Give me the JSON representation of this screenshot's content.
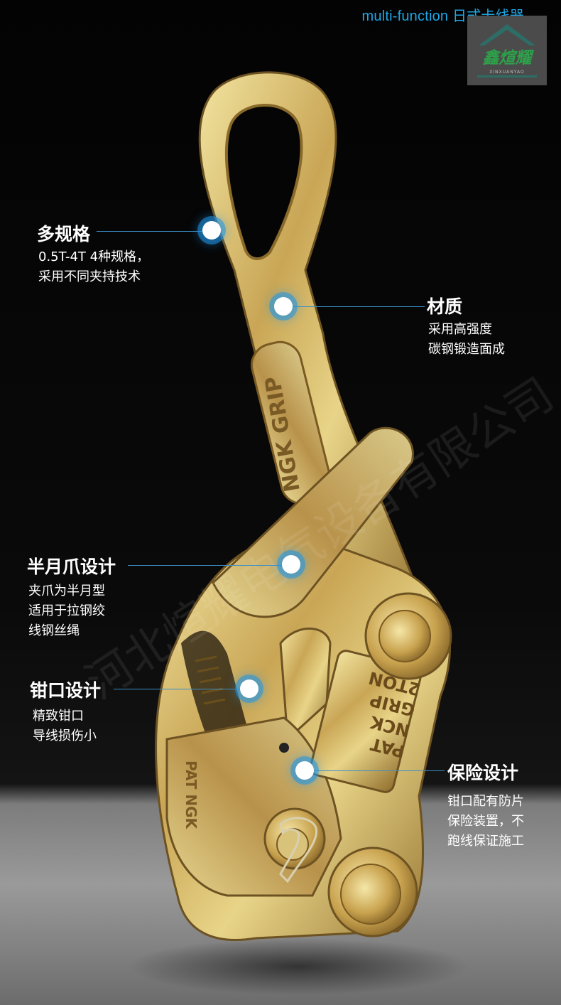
{
  "header": {
    "title": "multi-function 日式卡线器",
    "logo_text": "鑫煊耀",
    "logo_subtext": "XINXUANYAO"
  },
  "product": {
    "engraving_upper": "NGK GRIP",
    "engraving_lower": [
      "PAT",
      "NCK",
      "GRIP",
      "2TON"
    ],
    "engraving_side": "PAT NGK",
    "watermark": "河北煊耀电气设备有限公司"
  },
  "callouts": [
    {
      "title": "多规格",
      "desc": "0.5T-4T 4种规格，\n采用不同夹持技术"
    },
    {
      "title": "材质",
      "desc": "采用高强度\n碳钢锻造面成"
    },
    {
      "title": "半月爪设计",
      "desc": "夹爪为半月型\n适用于拉钢绞\n线钢丝绳"
    },
    {
      "title": "钳口设计",
      "desc": "精致钳口\n导线损伤小"
    },
    {
      "title": "保险设计",
      "desc": "钳口配有防片\n保险装置，不\n跑线保证施工"
    }
  ],
  "colors": {
    "accent": "#1ea7e6",
    "metal_light": "#e6d27a",
    "metal_dark": "#8a6a2a"
  }
}
